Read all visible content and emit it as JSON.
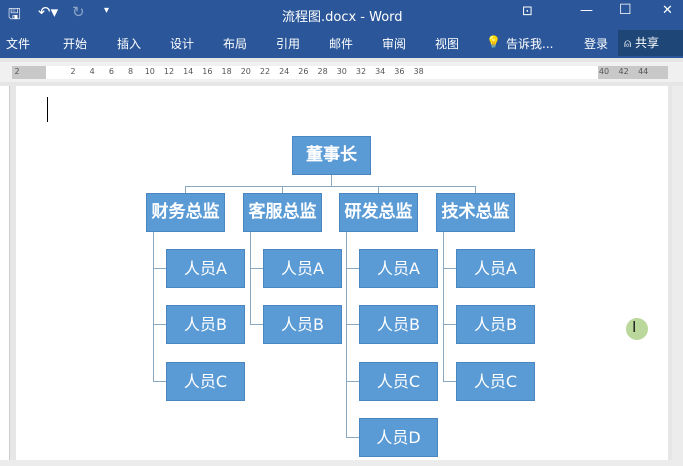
{
  "titlebar": {
    "title": "流程图.docx - Word",
    "qat": [
      "save-icon",
      "undo-icon",
      "redo-icon",
      "customize-icon"
    ]
  },
  "ribbon": {
    "tabs": [
      "文件",
      "开始",
      "插入",
      "设计",
      "布局",
      "引用",
      "邮件",
      "审阅",
      "视图"
    ],
    "tell_me": "告诉我...",
    "signin": "登录",
    "share": "共享"
  },
  "ruler": {
    "ticks": [
      "2",
      "2",
      "4",
      "6",
      "8",
      "10",
      "12",
      "14",
      "16",
      "18",
      "20",
      "22",
      "24",
      "26",
      "28",
      "30",
      "32",
      "34",
      "36",
      "38",
      "40",
      "42",
      "44"
    ]
  },
  "chart": {
    "root": "董事长",
    "managers": [
      {
        "title": "财务总监",
        "staff": [
          "人员A",
          "人员B",
          "人员C"
        ]
      },
      {
        "title": "客服总监",
        "staff": [
          "人员A",
          "人员B"
        ]
      },
      {
        "title": "研发总监",
        "staff": [
          "人员A",
          "人员B",
          "人员C",
          "人员D"
        ]
      },
      {
        "title": "技术总监",
        "staff": [
          "人员A",
          "人员B",
          "人员C"
        ]
      }
    ]
  },
  "colors": {
    "brand": "#2b579a",
    "node": "#5b9bd5"
  }
}
